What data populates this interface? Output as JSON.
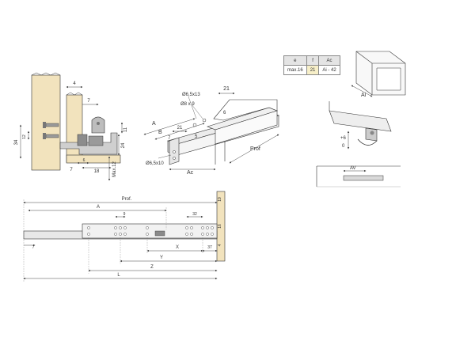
{
  "top_left": {
    "dims": {
      "d4": "4",
      "d7": "7",
      "d11": "11",
      "d12": "12",
      "d34": "34",
      "d24": "24",
      "d6": "6",
      "d18": "18",
      "d7b": "7",
      "max12": "Max.12"
    }
  },
  "top_middle": {
    "dims": {
      "d21": "21",
      "d6": "6",
      "hole13": "Ø6,5x13",
      "hole9": "Ø8 x 9",
      "A": "A",
      "B": "B",
      "d21b": "21",
      "d7": "7",
      "d5": "5",
      "hole10": "Ø6,5x10",
      "prof": "Prof",
      "ac": "Ac"
    }
  },
  "spec_table": {
    "headers": [
      "e",
      "f",
      "Ac"
    ],
    "row": [
      "max.16",
      "21",
      "Ai - 42"
    ]
  },
  "top_right": {
    "box_label": "Ai",
    "adj_plus": "+6",
    "adj_zero": "0",
    "mini_label": "AV"
  },
  "bottom": {
    "dims": {
      "prof": "Prof.",
      "A": "A",
      "d9": "9",
      "d32": "32",
      "d7": "7",
      "X": "X",
      "d37": "37",
      "Y": "Y",
      "Z": "Z",
      "L": "L"
    },
    "side_numbers": [
      "19",
      "16",
      "4"
    ]
  },
  "colors": {
    "wood": "#f2e3bd",
    "line": "#333333",
    "dim": "#444444",
    "steel": "#d9d9d9",
    "panel": "#c8c8c8"
  }
}
